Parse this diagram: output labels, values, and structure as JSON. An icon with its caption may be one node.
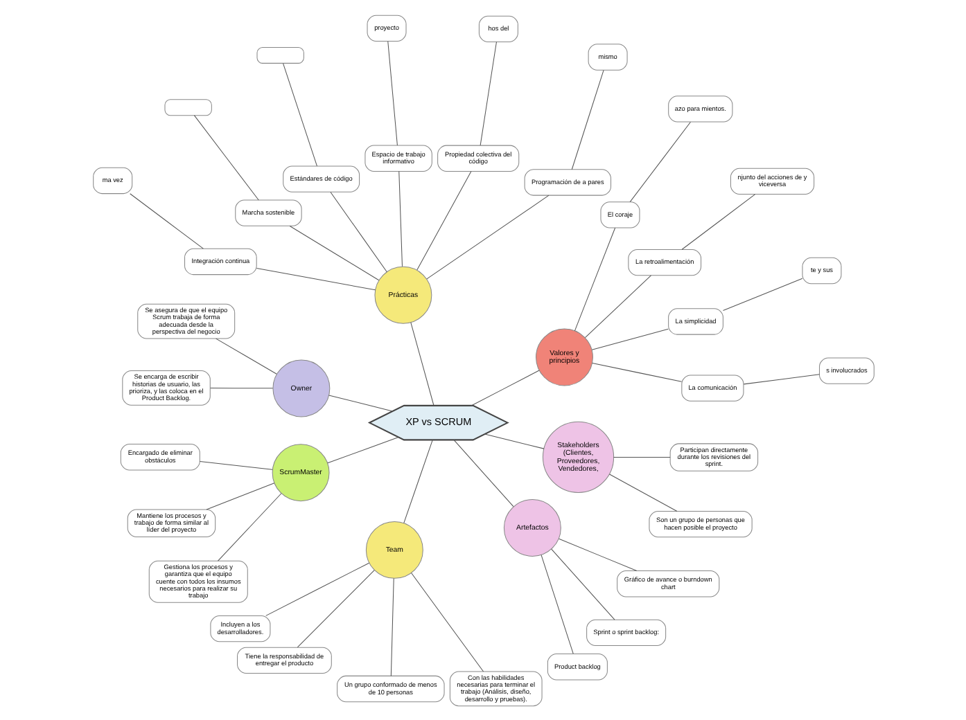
{
  "diagram": {
    "nodes": [
      {
        "text": [
          "XP vs SCRUM"
        ]
      },
      {
        "text": [
          "Valores y principios"
        ]
      },
      {
        "text": [
          "La comunicación"
        ]
      },
      {
        "text": [
          "s involucrados"
        ]
      },
      {
        "text": [
          "La simplicidad"
        ]
      },
      {
        "text": [
          "te y sus"
        ]
      },
      {
        "text": [
          "La retroalimentación"
        ]
      },
      {
        "text": [
          "njunto del acciones de y viceversa"
        ]
      },
      {
        "text": [
          "El coraje"
        ]
      },
      {
        "text": [
          "azo para mientos."
        ]
      },
      {
        "text": [
          "Prácticas"
        ]
      },
      {
        "text": [
          "Programación de a pares"
        ]
      },
      {
        "text": [
          "mismo"
        ]
      },
      {
        "text": [
          "Propiedad colectiva del código"
        ]
      },
      {
        "text": [
          "hos del"
        ]
      },
      {
        "text": [
          "Espacio de trabajo informativo"
        ]
      },
      {
        "text": [
          "proyecto"
        ]
      },
      {
        "text": [
          "Estándares de código"
        ]
      },
      {
        "text": [],
        "shape": "box"
      },
      {
        "text": [
          "Marcha sostenible"
        ]
      },
      {
        "text": [],
        "shape": "box"
      },
      {
        "text": [
          "Integración continua"
        ]
      },
      {
        "text": [
          "ma vez"
        ]
      },
      {
        "text": [
          "Owner"
        ]
      },
      {
        "text": [
          "Se asegura de que el equipo Scrum trabaja de forma adecuada desde la perspectiva del negocio"
        ]
      },
      {
        "text": [
          "Se encarga de escribir historias de usuario, las prioriza, y las coloca en el Product Backlog."
        ]
      },
      {
        "text": [
          "ScrumMaster"
        ]
      },
      {
        "text": [
          "Encargado de eliminar obstáculos"
        ]
      },
      {
        "text": [
          "Mantiene los procesos y trabajo de forma similar al líder del proyecto"
        ]
      },
      {
        "text": [
          "Gestiona los procesos y garantiza que el equipo cuente con todos los insumos necesarios para realizar su trabajo"
        ]
      },
      {
        "text": [
          "Team"
        ]
      },
      {
        "text": [
          "Incluyen a los desarrolladores."
        ]
      },
      {
        "text": [
          "Tiene la responsabilidad de entregar el producto"
        ]
      },
      {
        "text": [
          "Un grupo conformado de menos de 10 personas"
        ]
      },
      {
        "text": [
          "Con las habilidades necesarias para terminar el trabajo (Análisis, diseño, desarrollo y pruebas)."
        ]
      },
      {
        "text": [
          "Artefactos"
        ]
      },
      {
        "text": [
          "Product backlog"
        ]
      },
      {
        "text": [
          "Sprint o sprint backlog:"
        ]
      },
      {
        "text": [
          "Gráfico de avance o burndown chart"
        ]
      },
      {
        "text": [
          "Stakeholders (Clientes, Proveedores, Vendedores,"
        ]
      },
      {
        "text": [
          "Son un grupo de personas que hacen posible el proyecto"
        ]
      },
      {
        "text": [
          "Participan directamente durante los revisiones del sprint."
        ]
      }
    ],
    "edges": [
      {
        "from": 0,
        "to": 1,
        "arrow": "none"
      },
      {
        "from": 1,
        "to": 2,
        "arrow": "none"
      },
      {
        "from": 2,
        "to": 3,
        "arrow": "none"
      },
      {
        "from": 1,
        "to": 4,
        "arrow": "none"
      },
      {
        "from": 4,
        "to": 5,
        "arrow": "none"
      },
      {
        "from": 1,
        "to": 6,
        "arrow": "none"
      },
      {
        "from": 6,
        "to": 7,
        "arrow": "none"
      },
      {
        "from": 1,
        "to": 8,
        "arrow": "none"
      },
      {
        "from": 8,
        "to": 9,
        "arrow": "none"
      },
      {
        "from": 0,
        "to": 10,
        "arrow": "none"
      },
      {
        "from": 10,
        "to": 11,
        "arrow": "none"
      },
      {
        "from": 11,
        "to": 12,
        "arrow": "none"
      },
      {
        "from": 10,
        "to": 13,
        "arrow": "none"
      },
      {
        "from": 13,
        "to": 14,
        "arrow": "none"
      },
      {
        "from": 10,
        "to": 15,
        "arrow": "none"
      },
      {
        "from": 15,
        "to": 16,
        "arrow": "none"
      },
      {
        "from": 10,
        "to": 17,
        "arrow": "none"
      },
      {
        "from": 17,
        "to": 18,
        "arrow": "none"
      },
      {
        "from": 10,
        "to": 19,
        "arrow": "none"
      },
      {
        "from": 19,
        "to": 20,
        "arrow": "none"
      },
      {
        "from": 10,
        "to": 21,
        "arrow": "none"
      },
      {
        "from": 21,
        "to": 22,
        "arrow": "none"
      },
      {
        "from": 0,
        "to": 23,
        "arrow": "none"
      },
      {
        "from": 23,
        "to": 24,
        "arrow": "none"
      },
      {
        "from": 23,
        "to": 25,
        "arrow": "none"
      },
      {
        "from": 0,
        "to": 26,
        "arrow": "none"
      },
      {
        "from": 26,
        "to": 27,
        "arrow": "none"
      },
      {
        "from": 26,
        "to": 28,
        "arrow": "none"
      },
      {
        "from": 26,
        "to": 29,
        "arrow": "none"
      },
      {
        "from": 0,
        "to": 30,
        "arrow": "none"
      },
      {
        "from": 30,
        "to": 31,
        "arrow": "none"
      },
      {
        "from": 30,
        "to": 32,
        "arrow": "none"
      },
      {
        "from": 30,
        "to": 33,
        "arrow": "none"
      },
      {
        "from": 30,
        "to": 34,
        "arrow": "none"
      },
      {
        "from": 0,
        "to": 35,
        "arrow": "none"
      },
      {
        "from": 35,
        "to": 36,
        "arrow": "none"
      },
      {
        "from": 35,
        "to": 37,
        "arrow": "none"
      },
      {
        "from": 35,
        "to": 38,
        "arrow": "none"
      },
      {
        "from": 0,
        "to": 39,
        "arrow": "none"
      },
      {
        "from": 39,
        "to": 40,
        "arrow": "none"
      },
      {
        "from": 39,
        "to": 41,
        "arrow": "none"
      }
    ]
  }
}
